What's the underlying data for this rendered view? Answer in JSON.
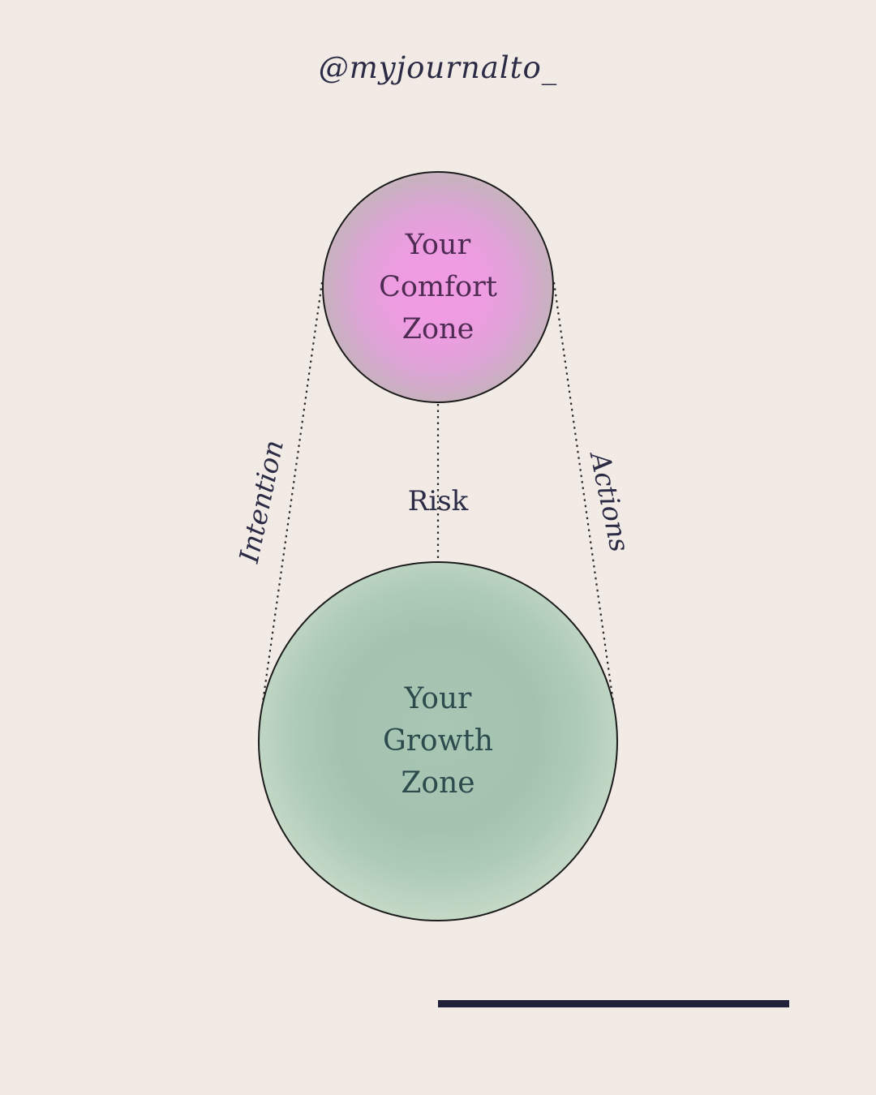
{
  "post": {
    "handle": "@myjournalto_",
    "background_color": "#f2eae4",
    "handle_color": "#2b2b45",
    "footer_divider_color": "#20203a"
  },
  "diagram": {
    "comfort_zone": {
      "lines": [
        "Your",
        "Comfort",
        "Zone"
      ],
      "text_color": "#4e2b52",
      "fill_center_color": "#f19be3",
      "fill_edge_color": "#c9b0c0",
      "outline_color": "#1b1b1b"
    },
    "growth_zone": {
      "lines": [
        "Your",
        "Growth",
        "Zone"
      ],
      "text_color": "#2d4b4c",
      "fill_center_color": "#a3c2b0",
      "fill_edge_color": "#d9e2d4",
      "outline_color": "#1b1b1b"
    },
    "connector_labels": {
      "left": "Intention",
      "middle": "Risk",
      "right": "Actions"
    },
    "connector_label_color": "#2b2b45",
    "connector_line_color": "#2a2a2a",
    "connector_line_style": "dotted"
  }
}
